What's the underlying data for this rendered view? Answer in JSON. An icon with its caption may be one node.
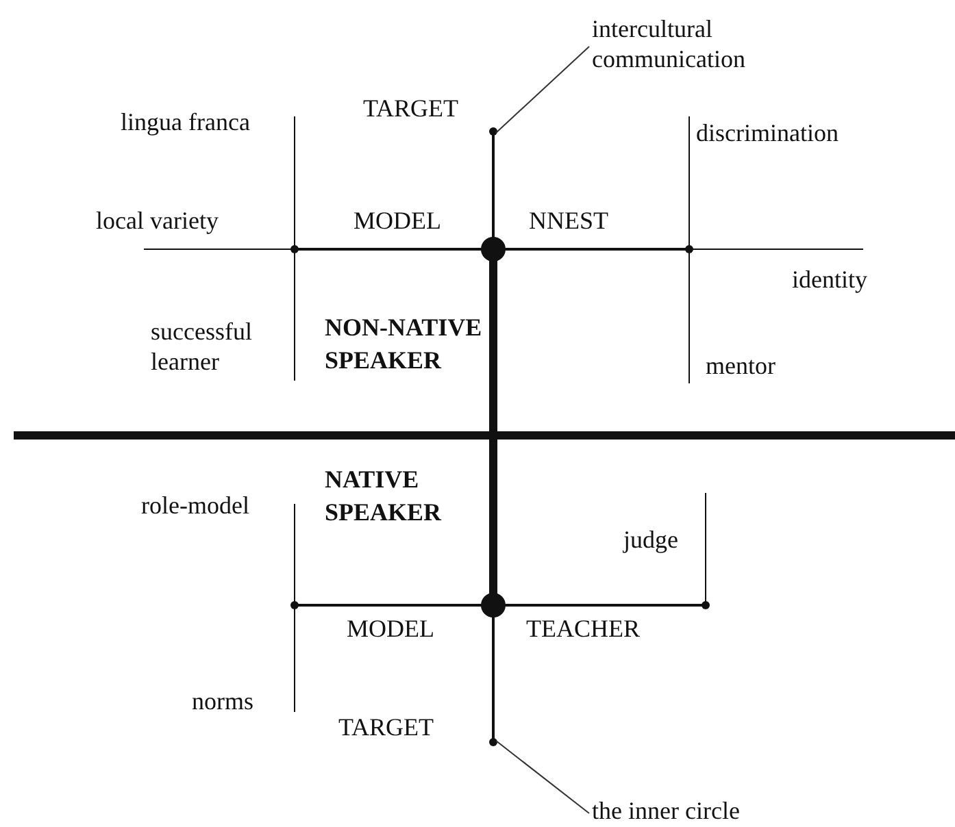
{
  "diagram": {
    "nodes": [
      {
        "text": [
          "intercultural communication"
        ]
      },
      {
        "text": [
          "the inner circle"
        ]
      }
    ],
    "edges": [
      {
        "from": 0,
        "to": null,
        "arrow": "none"
      },
      {
        "from": 1,
        "to": null,
        "arrow": "none"
      }
    ],
    "labels": [
      "TARGET",
      "lingua franca",
      "discrimination",
      "local variety",
      "MODEL",
      "NNEST",
      "identity",
      "successful learner",
      "NON-NATIVE SPEAKER",
      "mentor",
      "NATIVE SPEAKER",
      "role-model",
      "judge",
      "MODEL",
      "TEACHER",
      "norms",
      "TARGET"
    ]
  }
}
